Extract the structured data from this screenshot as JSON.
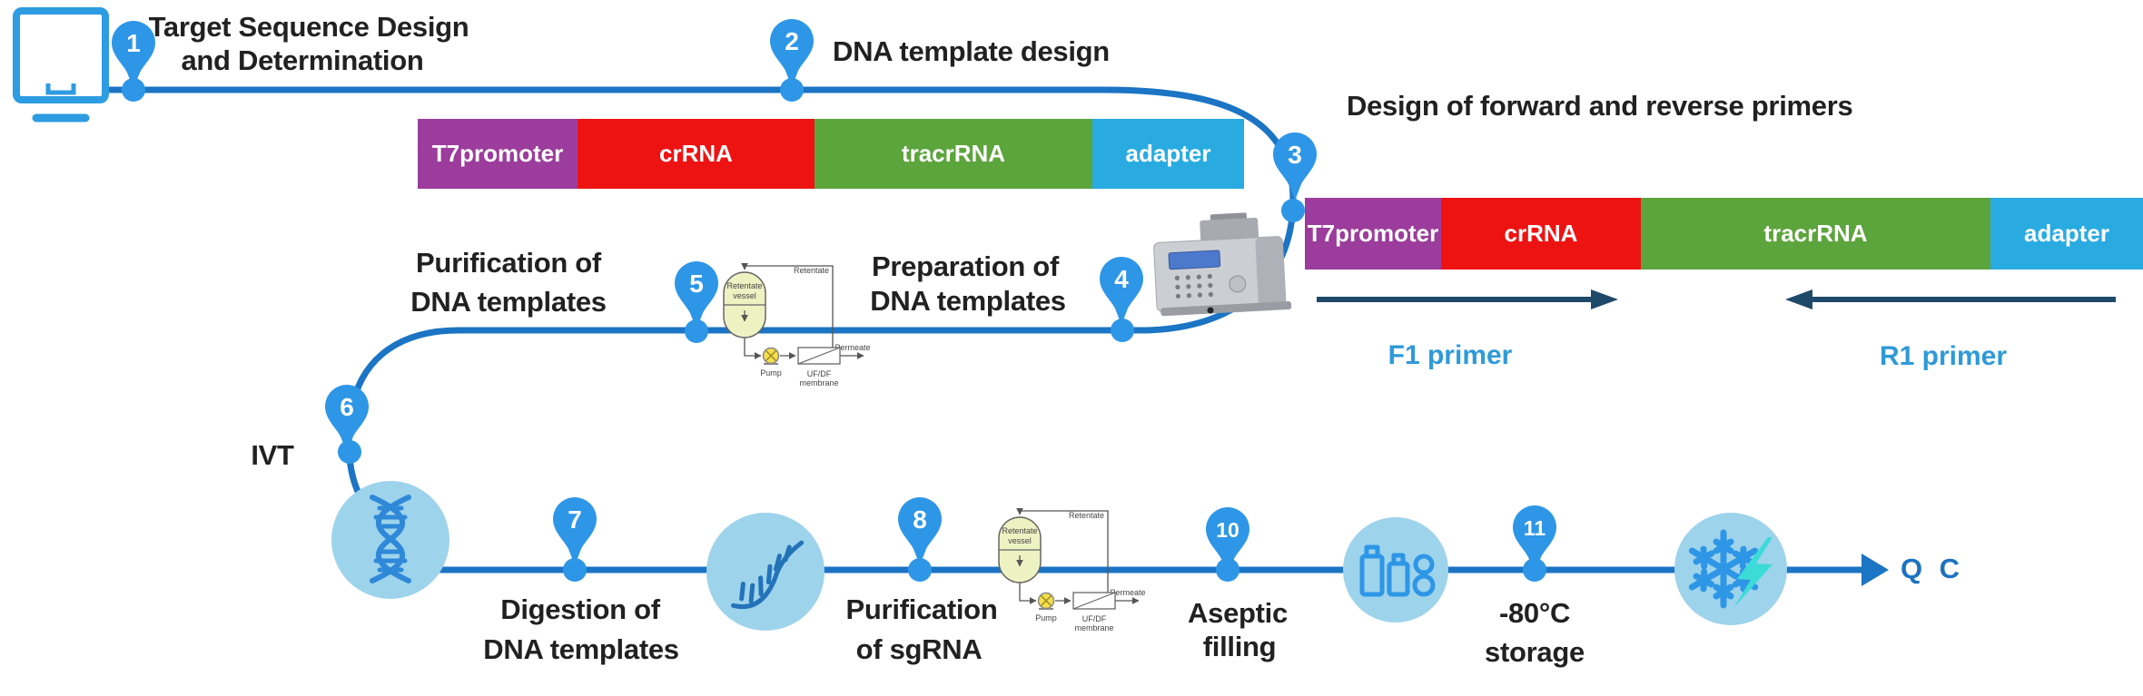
{
  "palette": {
    "path_blue": "#1B74C4",
    "pin_blue": "#2E96E6",
    "light_circle_blue": "#9ED3EC",
    "segment_purple": "#9C3C9C",
    "segment_red": "#EE1313",
    "segment_green": "#5CA43C",
    "segment_cyan": "#29ABE2",
    "primer_arrow_navy": "#1F4969",
    "primer_text_blue": "#2E9AD8",
    "qc_text_blue": "#1C72C0",
    "heading_text": "#212121",
    "lightning_cyan": "#3BDBD8"
  },
  "steps": [
    {
      "num": "1",
      "line1": "Target Sequence Design",
      "line2": "and Determination"
    },
    {
      "num": "2",
      "line1": "DNA template design",
      "line2": ""
    },
    {
      "num": "3",
      "line1": "Design of forward and reverse primers",
      "line2": ""
    },
    {
      "num": "4",
      "line1": "Preparation of",
      "line2": "DNA templates"
    },
    {
      "num": "5",
      "line1": "Purification of",
      "line2": "DNA templates"
    },
    {
      "num": "6",
      "line1": "IVT",
      "line2": ""
    },
    {
      "num": "7",
      "line1": "Digestion of",
      "line2": "DNA templates"
    },
    {
      "num": "8",
      "line1": "Purification",
      "line2": "of sgRNA"
    },
    {
      "num": "10",
      "line1": "Aseptic",
      "line2": "filling"
    },
    {
      "num": "11",
      "line1": "-80°C",
      "line2": "storage"
    }
  ],
  "construct": {
    "segments": [
      {
        "label": "T7promoter",
        "color": "#9C3C9C"
      },
      {
        "label": "crRNA",
        "color": "#EE1313"
      },
      {
        "label": "tracrRNA",
        "color": "#5CA43C"
      },
      {
        "label": "adapter",
        "color": "#29ABE2"
      }
    ]
  },
  "primers": {
    "forward": "F1 primer",
    "reverse": "R1 primer"
  },
  "qc_label": "Q C",
  "filtration": {
    "vessel_line1": "Retentate",
    "vessel_line2": "vessel",
    "retentate": "Retentate",
    "pump": "Pump",
    "membrane_line1": "UF/DF",
    "membrane_line2": "membrane",
    "permeate": "Permeate"
  },
  "icons": {
    "start": "monitor-icon",
    "step4": "pcr-thermocycler",
    "ivt": "dna-helix-icon",
    "sgRNA": "rna-strand-icon",
    "filling": "vials-icon",
    "storage": "snowflake-icon",
    "storage_overlay": "lightning-icon"
  }
}
